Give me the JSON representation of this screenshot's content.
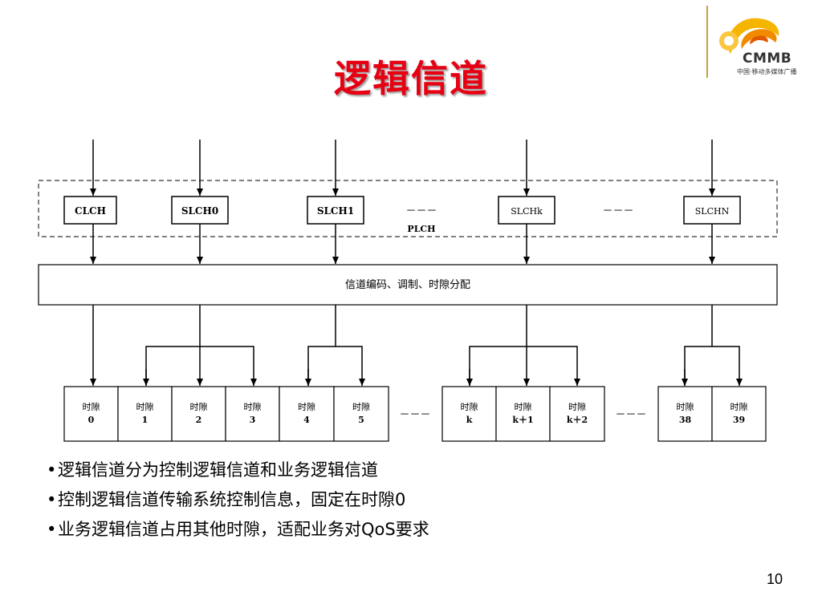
{
  "logo": {
    "text": "CMMB",
    "subtitle": "中国·移动多媒体广播"
  },
  "title": "逻辑信道",
  "diagram": {
    "channels": [
      "CLCH",
      "SLCH0",
      "SLCH1",
      "SLCHk",
      "SLCHN"
    ],
    "ellipsis": "－－－",
    "plch_label": "PLCH",
    "coding_label": "信道编码、调制、时隙分配",
    "slots": [
      {
        "top": "时隙",
        "bottom": "0"
      },
      {
        "top": "时隙",
        "bottom": "1"
      },
      {
        "top": "时隙",
        "bottom": "2"
      },
      {
        "top": "时隙",
        "bottom": "3"
      },
      {
        "top": "时隙",
        "bottom": "4"
      },
      {
        "top": "时隙",
        "bottom": "5"
      },
      {
        "top": "时隙",
        "bottom": "k"
      },
      {
        "top": "时隙",
        "bottom": "k＋1"
      },
      {
        "top": "时隙",
        "bottom": "k＋2"
      },
      {
        "top": "时隙",
        "bottom": "38"
      },
      {
        "top": "时隙",
        "bottom": "39"
      }
    ]
  },
  "bullets": [
    "逻辑信道分为控制逻辑信道和业务逻辑信道",
    "控制逻辑信道传输系统控制信息，固定在时隙0",
    "业务逻辑信道占用其他时隙，适配业务对QoS要求"
  ],
  "page_number": "10"
}
